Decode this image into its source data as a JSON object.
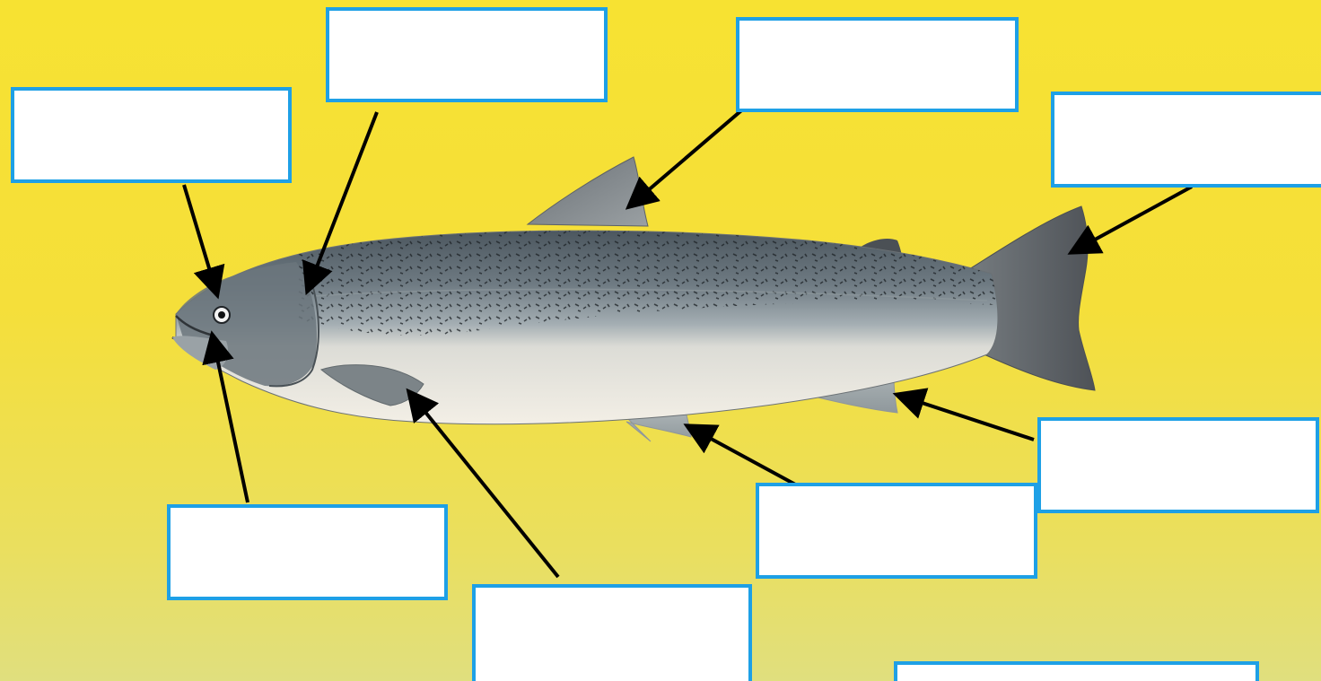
{
  "diagram": {
    "colors": {
      "background_top": "#f7e232",
      "background_bottom": "#e0df7e",
      "box_border": "#1ea0e6",
      "box_fill": "#ffffff",
      "arrow": "#000000",
      "fish_back": "#5d6870",
      "fish_belly": "#eeeae0",
      "fish_spots": "#1d2226"
    },
    "subject_icon": "salmon-fish-icon",
    "labels": [
      {
        "id": "box-1",
        "text": ""
      },
      {
        "id": "box-2",
        "text": ""
      },
      {
        "id": "box-3",
        "text": ""
      },
      {
        "id": "box-4",
        "text": ""
      },
      {
        "id": "box-5",
        "text": ""
      },
      {
        "id": "box-6",
        "text": ""
      },
      {
        "id": "box-7",
        "text": ""
      },
      {
        "id": "box-8",
        "text": ""
      },
      {
        "id": "box-9",
        "text": ""
      }
    ]
  }
}
